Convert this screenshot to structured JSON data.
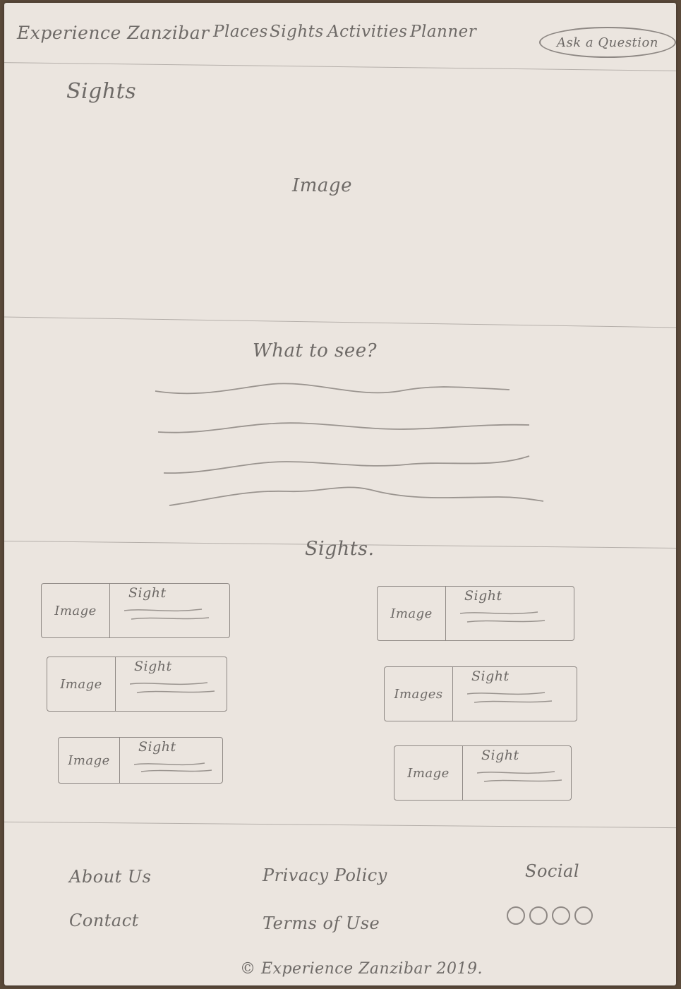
{
  "header": {
    "brand": "Experience Zanzibar",
    "nav": [
      "Places",
      "Sights",
      "Activities",
      "Planner"
    ],
    "cta": "Ask a Question"
  },
  "page_title": "Sights",
  "hero": {
    "placeholder": "Image"
  },
  "intro": {
    "heading": "What to see?"
  },
  "sights": {
    "heading": "Sights.",
    "cards": [
      {
        "image": "Image",
        "title": "Sight"
      },
      {
        "image": "Image",
        "title": "Sight"
      },
      {
        "image": "Image",
        "title": "Sight"
      },
      {
        "image": "Image",
        "title": "Sight"
      },
      {
        "image": "Images",
        "title": "Sight"
      },
      {
        "image": "Image",
        "title": "Sight"
      }
    ]
  },
  "footer": {
    "about": "About Us",
    "contact": "Contact",
    "privacy": "Privacy Policy",
    "terms": "Terms of Use",
    "social": "Social",
    "copyright": "© Experience Zanzibar 2019."
  }
}
